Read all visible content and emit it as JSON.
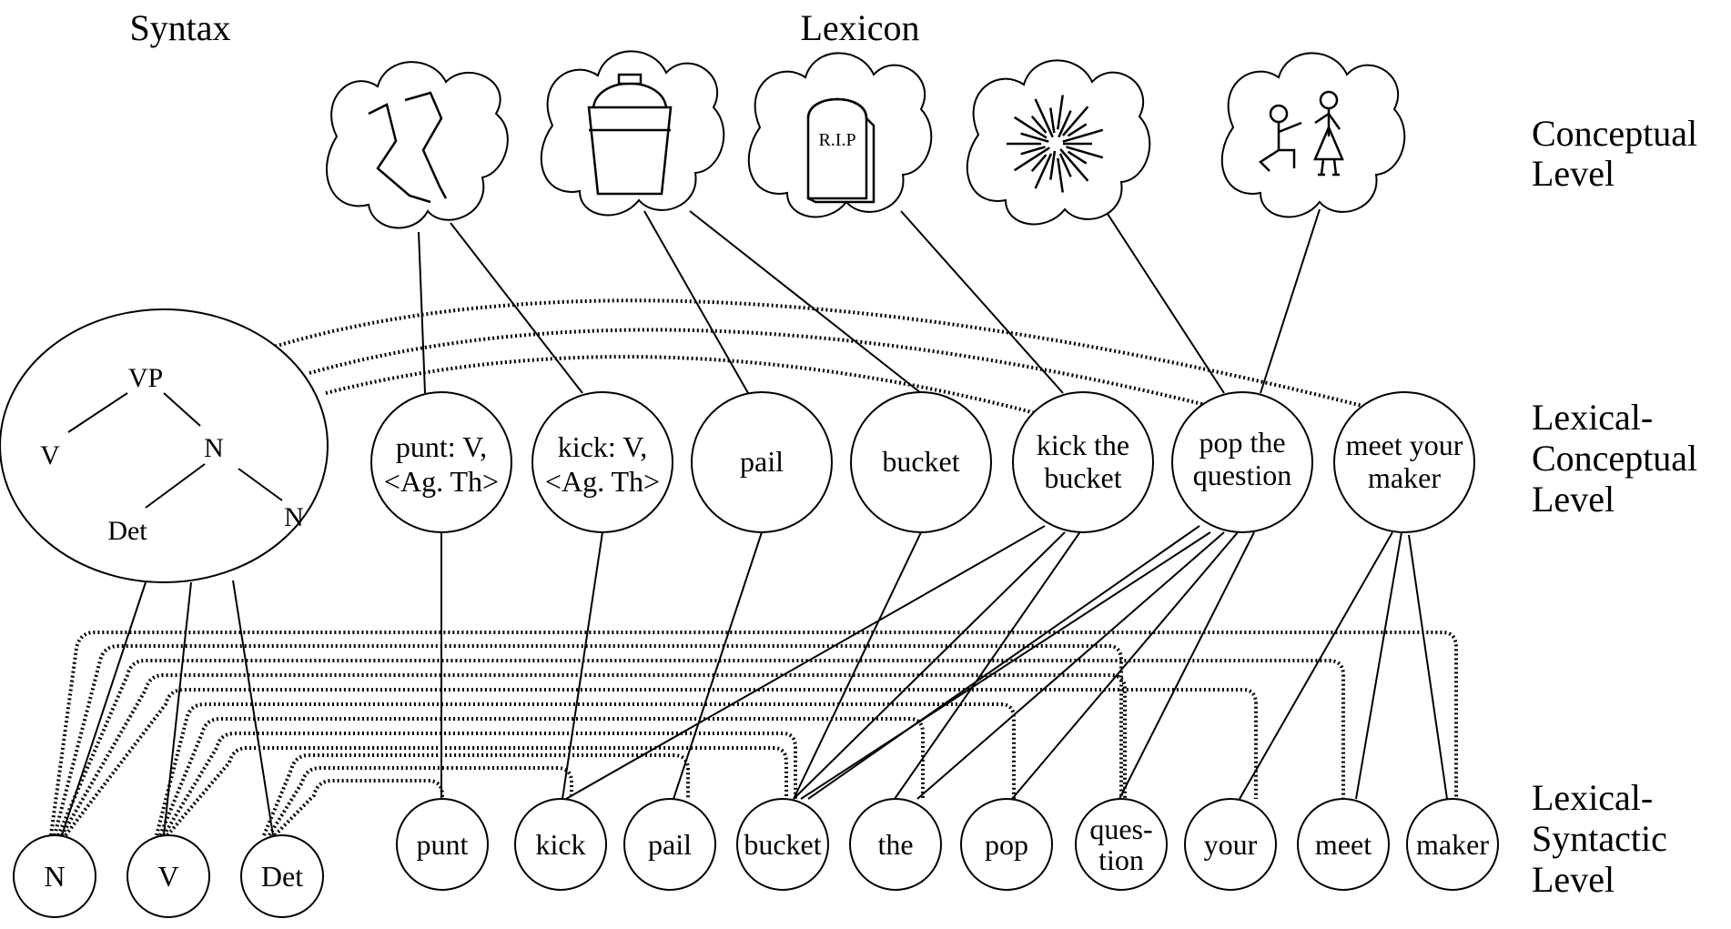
{
  "headers": {
    "syntax": "Syntax",
    "lexicon": "Lexicon"
  },
  "levels": {
    "conceptual": [
      "Conceptual",
      "Level"
    ],
    "lexical_conceptual": [
      "Lexical-",
      "Conceptual",
      "Level"
    ],
    "lexical_syntactic": [
      "Lexical-",
      "Syntactic",
      "Level"
    ]
  },
  "syntax_tree": {
    "vp": "VP",
    "v": "V",
    "n1": "N",
    "det": "Det",
    "n2": "N"
  },
  "concepts": {
    "leg": {
      "icon": "leg-icon"
    },
    "bucket": {
      "icon": "bucket-icon"
    },
    "grave": {
      "icon": "tombstone-icon",
      "label": "R.I.P"
    },
    "burst": {
      "icon": "starburst-icon"
    },
    "proposal": {
      "icon": "kneeling-proposal-icon"
    }
  },
  "lemmas": {
    "punt": [
      "punt: V,",
      "<Ag. Th>"
    ],
    "kick": [
      "kick: V,",
      "<Ag. Th>"
    ],
    "pail": [
      "pail"
    ],
    "bucket": [
      "bucket"
    ],
    "kick_the_bucket": [
      "kick the",
      "bucket"
    ],
    "pop_the_question": [
      "pop the",
      "question"
    ],
    "meet_your_maker": [
      "meet your",
      "maker"
    ]
  },
  "syntactic_categories": {
    "n": "N",
    "v": "V",
    "det": "Det"
  },
  "word_forms": {
    "punt": [
      "punt"
    ],
    "kick": [
      "kick"
    ],
    "pail": [
      "pail"
    ],
    "bucket": [
      "bucket"
    ],
    "the": [
      "the"
    ],
    "pop": [
      "pop"
    ],
    "question": [
      "ques-",
      "tion"
    ],
    "your": [
      "your"
    ],
    "meet": [
      "meet"
    ],
    "maker": [
      "maker"
    ]
  },
  "colors": {
    "ink": "#000000",
    "background": "#ffffff"
  }
}
